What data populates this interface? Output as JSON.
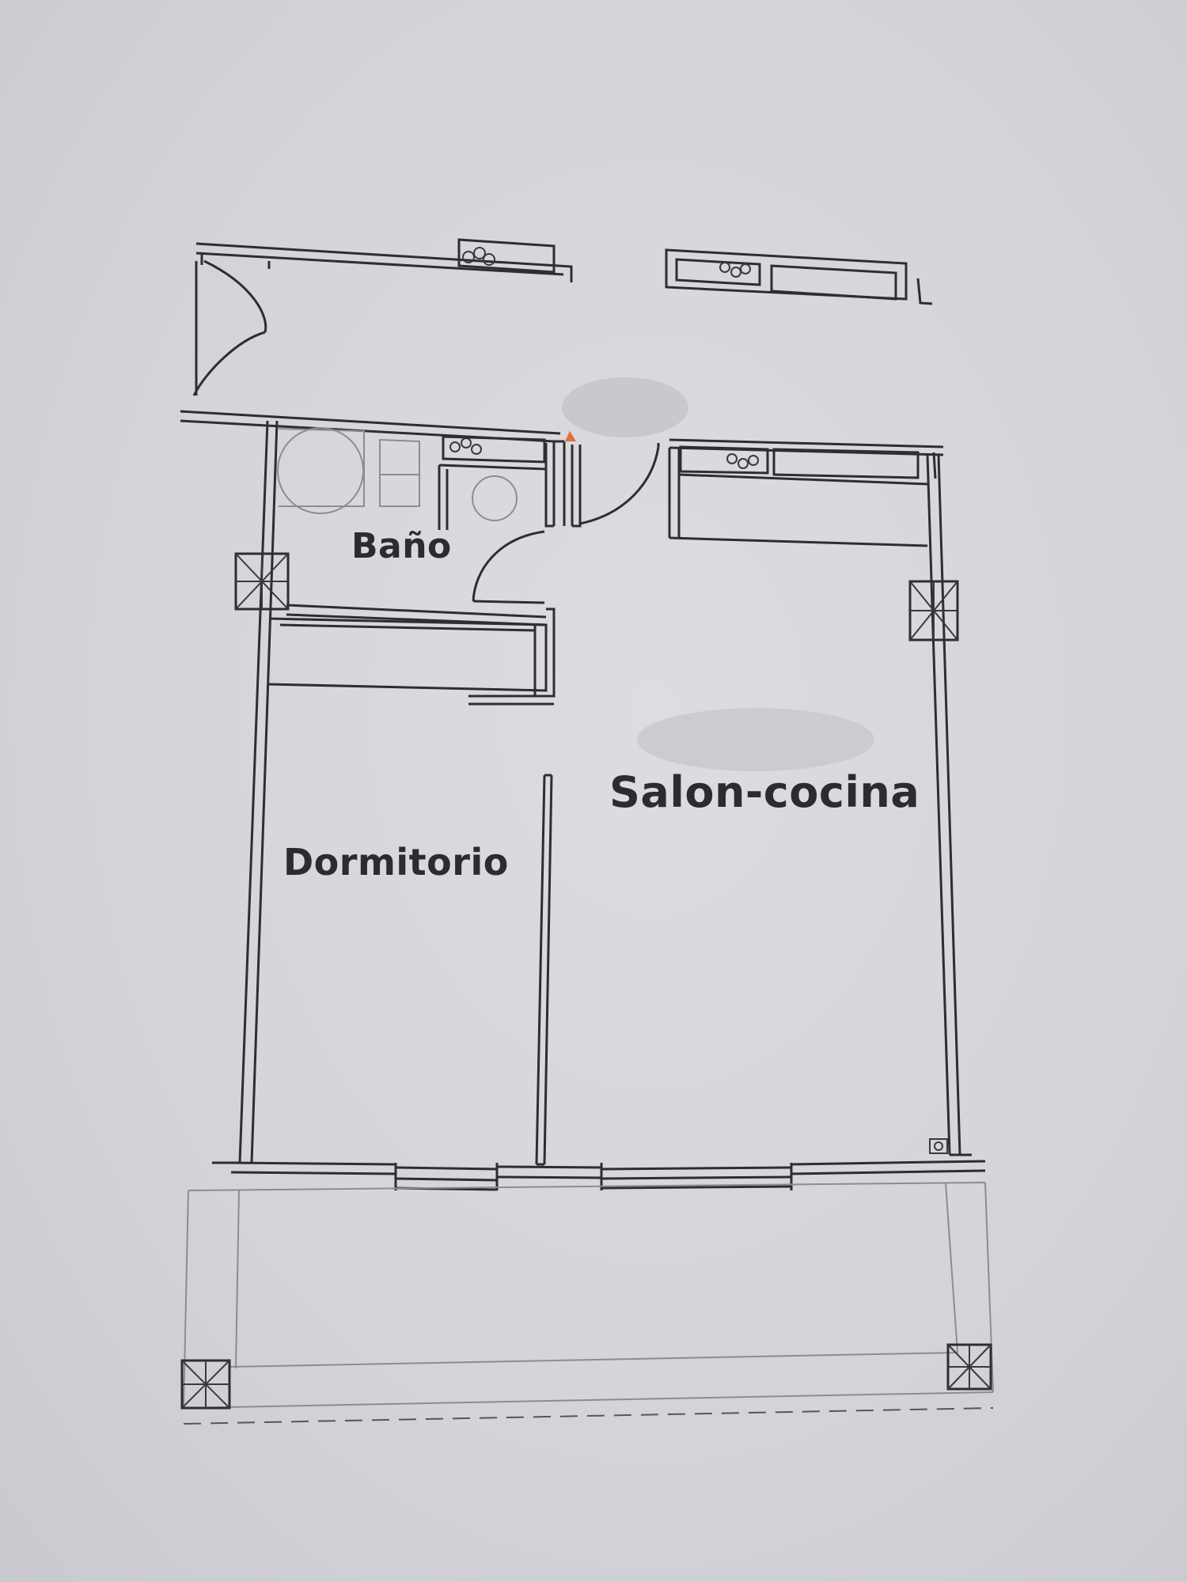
{
  "rooms": {
    "bathroom": "Baño",
    "living_kitchen": "Salon-cocina",
    "bedroom": "Dormitorio"
  },
  "colors": {
    "paper": "#d3d4d8",
    "ink": "#2e2e32",
    "text": "#2c2c30"
  }
}
